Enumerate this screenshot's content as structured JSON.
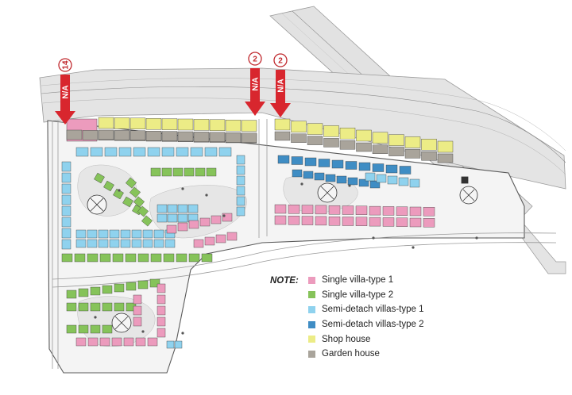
{
  "markers": [
    {
      "label": "N/A",
      "count": "14"
    },
    {
      "label": "N/A",
      "count": "2"
    },
    {
      "label": "N/A",
      "count": "2"
    }
  ],
  "legend": {
    "title": "NOTE:",
    "items": [
      {
        "label": "Single villa-type 1",
        "color": "#ec9bbd"
      },
      {
        "label": "Single villa-type 2",
        "color": "#86c35a"
      },
      {
        "label": "Semi-detach villas-type 1",
        "color": "#8fd2ee"
      },
      {
        "label": "Semi-detach villas-type 2",
        "color": "#3f8dc4"
      },
      {
        "label": "Shop house",
        "color": "#ecec86"
      },
      {
        "label": "Garden house",
        "color": "#a9a49b"
      }
    ]
  },
  "colors": {
    "marker_red": "#d8262e",
    "road": "#dcdcdc",
    "road_line": "#8a8a8a",
    "block_outline": "#3c3c3c"
  }
}
